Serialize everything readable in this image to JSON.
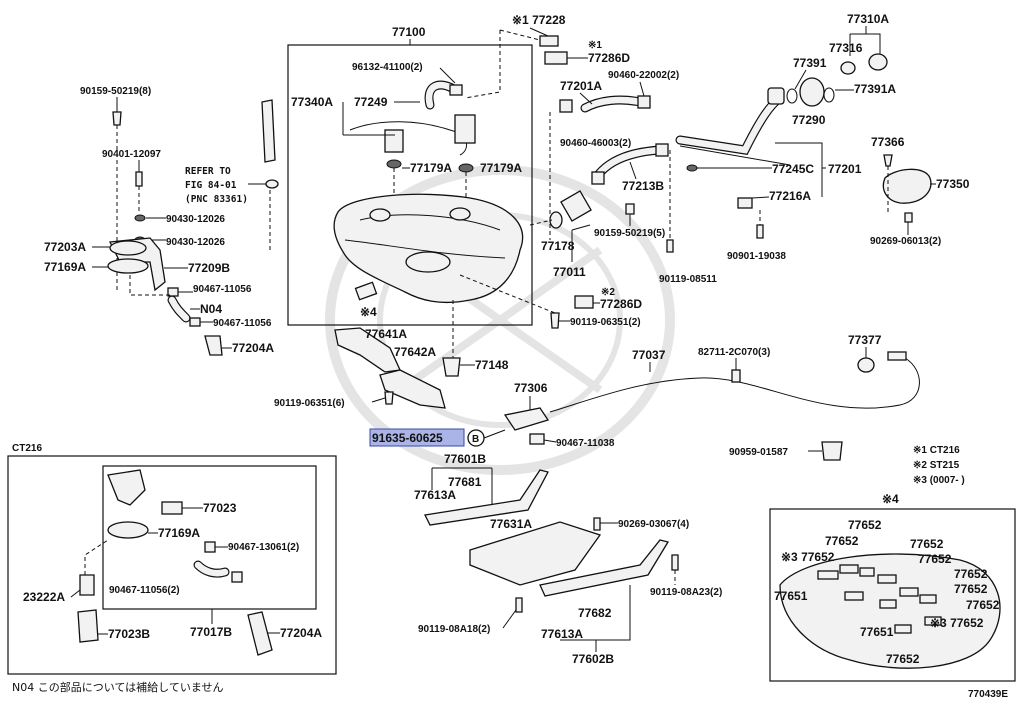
{
  "diagram": {
    "labels": {
      "p77100": "77100",
      "p96132": "96132-41100(2)",
      "p77340a": "77340A",
      "p77249": "77249",
      "p77179a_1": "77179A",
      "p77179a_2": "77179A",
      "p77228": "※1 77228",
      "p77286d_1": "77286D",
      "p77286d_1_note": "※1",
      "p90460_22002": "90460-22002(2)",
      "p77201a": "77201A",
      "p90460_46003": "90460-46003(2)",
      "p77213b": "77213B",
      "p77178": "77178",
      "p77011": "77011",
      "p90159_50219_5": "90159-50219(5)",
      "p90119_08511": "90119-08511",
      "p90901": "90901-19038",
      "p77245c": "77245C",
      "p77201": "77201",
      "p77216a": "77216A",
      "p77391": "77391",
      "p77316": "77316",
      "p77310a": "77310A",
      "p77391a": "77391A",
      "p77290": "77290",
      "p77366": "77366",
      "p77350": "77350",
      "p90269_06013": "90269-06013(2)",
      "p90159_50219_8": "90159-50219(8)",
      "p90401": "90401-12097",
      "p90430_1": "90430-12026",
      "p90430_2": "90430-12026",
      "p77203a": "77203A",
      "p77169a": "77169A",
      "p77209b": "77209B",
      "p90467_11056_a": "90467-11056",
      "p90467_11056_b": "90467-11056",
      "pN04": "N04",
      "p77204a": "77204A",
      "refer1": "REFER TO",
      "refer2": "FIG 84-01",
      "refer3": "(PNC 83361)",
      "note4_tank": "※4",
      "p77641a": "77641A",
      "p77642a": "77642A",
      "p77148": "77148",
      "p90119_06351_6": "90119-06351(6)",
      "p77286d_2": "77286D",
      "p77286d_2_note": "※2",
      "p90119_06351_2": "90119-06351(2)",
      "p77037": "77037",
      "p82711": "82711-2C070(3)",
      "p77377": "77377",
      "p77306": "77306",
      "p91635": "91635-60625",
      "circleB": "B",
      "p90467_11038": "90467-11038",
      "p90959": "90959-01587",
      "p77601b": "77601B",
      "p77681": "77681",
      "p77613a_1": "77613A",
      "p77631a": "77631A",
      "p90269_03067": "90269-03067(4)",
      "p90119_08a23": "90119-08A23(2)",
      "p90119_08a18": "90119-08A18(2)",
      "p77682": "77682",
      "p77613a_2": "77613A",
      "p77602b": "77602B",
      "note_ct216": "※1 CT216",
      "note_st215": "※2 ST215",
      "note_3": "※3 (0007-      )",
      "box4_title": "※4",
      "p77652_a": "77652",
      "p77652_b": "77652",
      "p77652_c": "77652",
      "p77652_d": "※3 77652",
      "p77652_e": "77652",
      "p77651_a": "77651",
      "p77652_f": "77652",
      "p77652_g": "77652",
      "p77652_h": "77652",
      "p77651_b": "77651",
      "p77652_i": "※3 77652",
      "p77652_j": "77652",
      "ct216_title": "CT216",
      "p77023": "77023",
      "p77169a_ct": "77169A",
      "p90467_13061": "90467-13061(2)",
      "p23222a": "23222A",
      "p90467_11056_2": "90467-11056(2)",
      "p77023b": "77023B",
      "p77017b": "77017B",
      "p77204a_ct": "77204A",
      "footnote": "N04 この部品については補給していません",
      "fig_id": "770439E"
    },
    "highlight_color": "#aab4e6"
  }
}
